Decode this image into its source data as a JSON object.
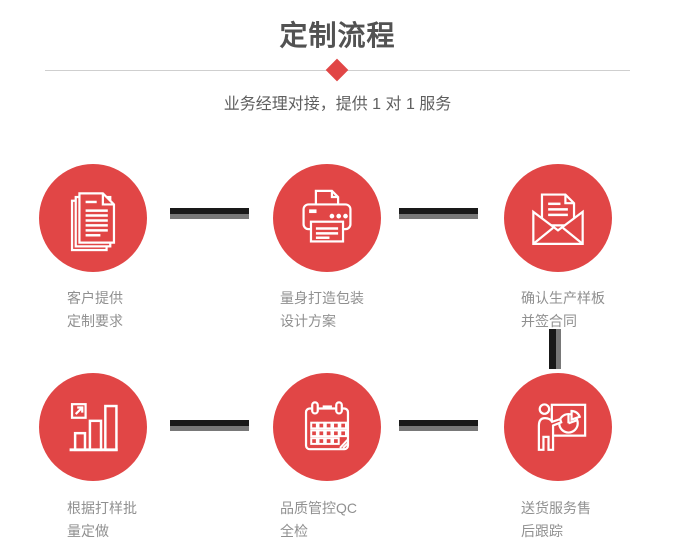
{
  "page": {
    "title": "定制流程",
    "subtitle": "业务经理对接，提供 1 对 1 服务"
  },
  "steps": [
    {
      "icon": "documents-icon",
      "line1": "客户提供",
      "line2": "定制要求"
    },
    {
      "icon": "printer-icon",
      "line1": "量身打造包装",
      "line2": "设计方案"
    },
    {
      "icon": "envelope-icon",
      "line1": "确认生产样板",
      "line2": "并签合同"
    },
    {
      "icon": "bar-chart-icon",
      "line1": "根据打样批",
      "line2": "量定做"
    },
    {
      "icon": "calendar-icon",
      "line1": "品质管控QC",
      "line2": "全检"
    },
    {
      "icon": "presentation-icon",
      "line1": "送货服务售",
      "line2": "后跟踪"
    }
  ],
  "colors": {
    "accent_red": "#e14646",
    "title_gray": "#525252",
    "subtitle_gray": "#5f5f5f",
    "label_gray": "#909090",
    "connector_black": "#191919",
    "connector_gray": "#787878",
    "divider_gray": "#cfcfcf",
    "icon_stroke": "#ffffff"
  }
}
